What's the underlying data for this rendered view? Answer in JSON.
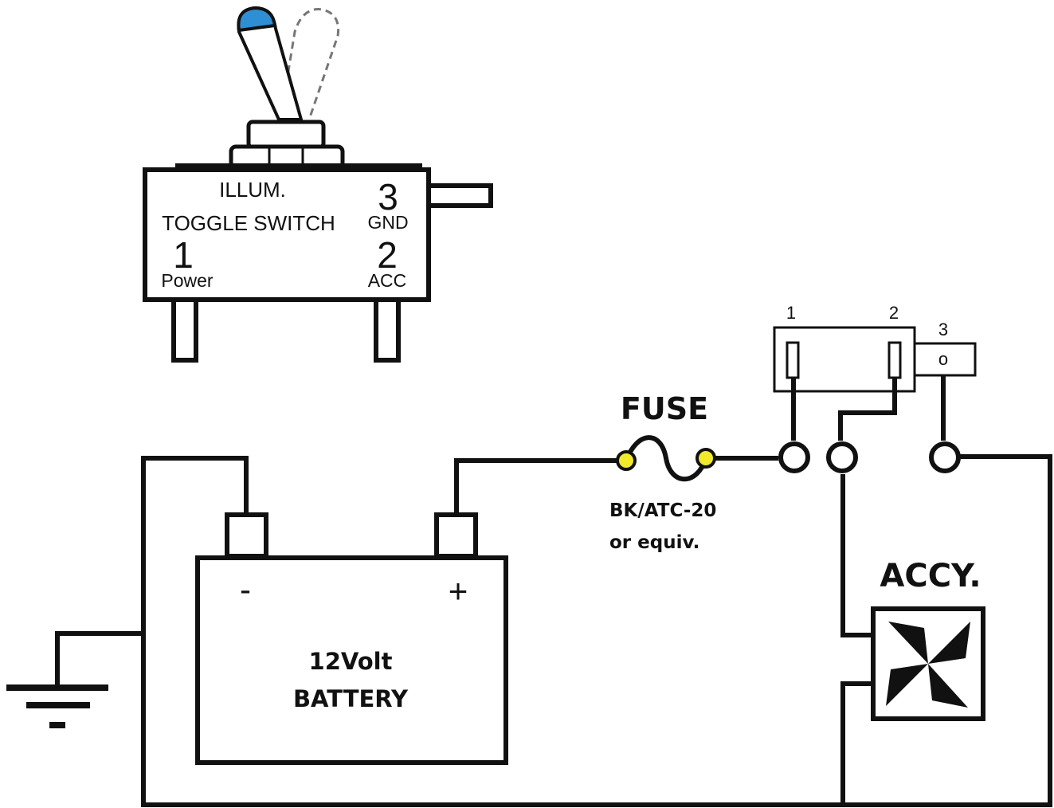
{
  "colors": {
    "line": "#111111",
    "toggle_tip": "#2e8fd4",
    "fuse_terminal": "#f2e92a",
    "background": "#ffffff"
  },
  "toggle_switch": {
    "title_line1": "ILLUM.",
    "title_line2": "TOGGLE SWITCH",
    "pin1_number": "1",
    "pin1_label": "Power",
    "pin2_number": "2",
    "pin2_label": "ACC",
    "pin3_number": "3",
    "pin3_label": "GND"
  },
  "switch_schematic": {
    "pin1": "1",
    "pin2": "2",
    "pin3": "3",
    "pin3_marker": "o"
  },
  "fuse": {
    "title": "FUSE",
    "spec_line1": "BK/ATC-20",
    "spec_line2": "or equiv."
  },
  "accessory": {
    "label": "ACCY.",
    "icon": "fan-icon"
  },
  "battery": {
    "negative_symbol": "-",
    "positive_symbol": "+",
    "label_line1": "12Volt",
    "label_line2": "BATTERY"
  },
  "ground": {
    "icon": "ground-icon"
  }
}
